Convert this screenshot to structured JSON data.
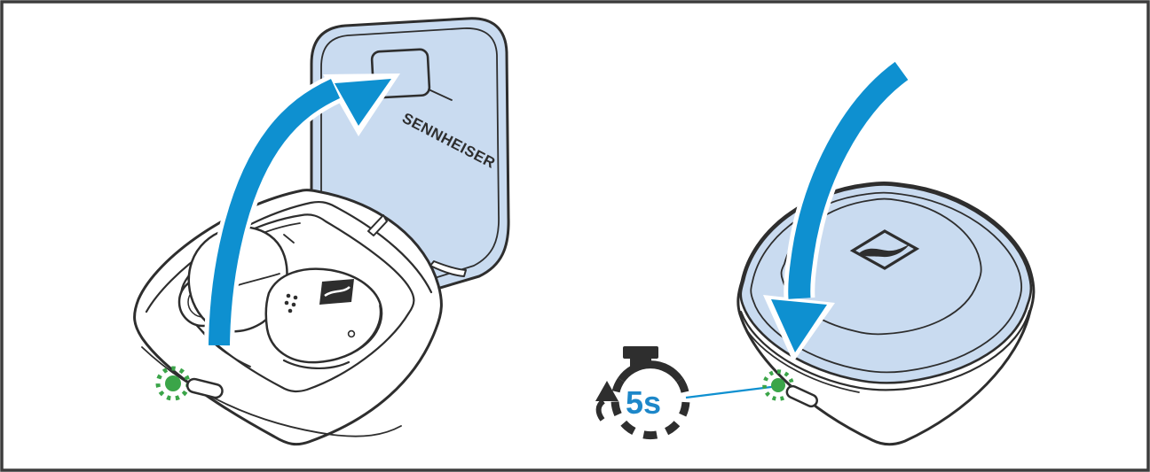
{
  "figure": {
    "panels": [
      {
        "id": "open-case",
        "brand_wordmark": "SENNHEISER"
      },
      {
        "id": "close-case",
        "timer_label": "5s"
      }
    ]
  },
  "colors": {
    "accent_blue": "#0E90D0",
    "timer_blue": "#1D87C9",
    "lid_blue": "#C9DBF0",
    "led_green": "#3BA549",
    "outline_dark": "#2E2E2E",
    "frame_border": "#3C3C3C"
  }
}
